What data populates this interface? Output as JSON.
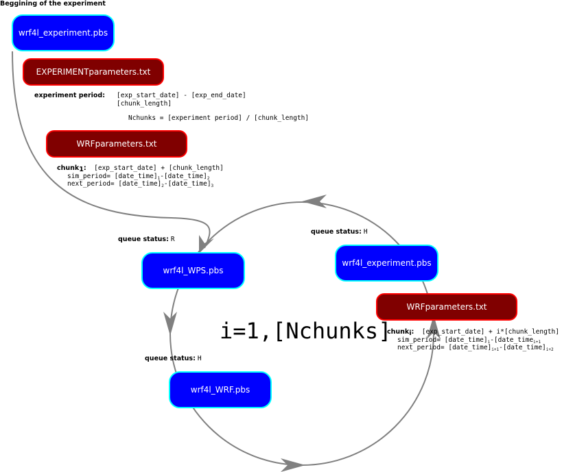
{
  "title": "Beggining of the experiment",
  "boxes": {
    "exp_top": "wrf4l_experiment.pbs",
    "exp_params": "EXPERIMENTparameters.txt",
    "wrf_params_top": "WRFparameters.txt",
    "wps": "wrf4l_WPS.pbs",
    "wrf": "wrf4l_WRF.pbs",
    "exp_loop": "wrf4l_experiment.pbs",
    "wrf_params_loop": "WRFparameters.txt"
  },
  "experiment": {
    "label": "experiment period:",
    "line1": "[exp_start_date] - [exp_end_date]",
    "line2": "[chunk_length]",
    "nchunks": "Nchunks = [experiment period] / [chunk_length]"
  },
  "chunk1": {
    "label": "chunk",
    "sub": "1",
    "colon": ":",
    "line1": "  [exp_start_date] + [chunk_length]",
    "sim": "sim_period= [date_time]",
    "sim_s1": "1",
    "sim_mid": "-[date_time]",
    "sim_s2": "2",
    "next": "next_period= [date_time]",
    "next_s1": "2",
    "next_mid": "-[date_time]",
    "next_s2": "3"
  },
  "chunki": {
    "label": "chunk",
    "sub": "i",
    "colon": ":",
    "line1": "  [exp_start_date] + i*[chunk_length]",
    "sim": "sim_period= [date_time]",
    "sim_s1": "i",
    "sim_mid": "-[date_time",
    "sim_s2": "i+1",
    "next": "next_period= [date_time]",
    "next_s1": "i+1",
    "next_mid": "-[date_time]",
    "next_s2": "i+2"
  },
  "queue": {
    "label": "queue status:",
    "wps": "R",
    "wrf": "H",
    "exp": "H"
  },
  "loop_label": "i=1,[Nchunks]",
  "colors": {
    "job": "#0000ff",
    "job_border": "#00ffff",
    "param": "#800000",
    "param_border": "#ff0000",
    "arrow": "#808080"
  }
}
